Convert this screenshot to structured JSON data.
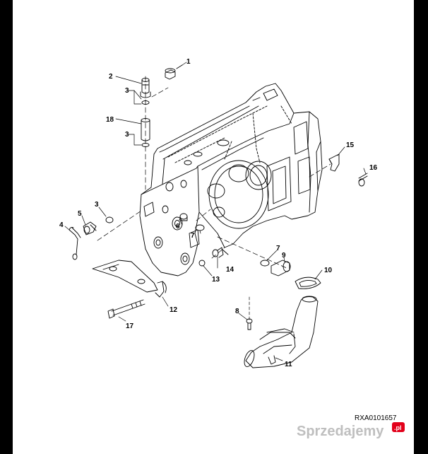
{
  "diagram": {
    "callouts": [
      {
        "id": "c1",
        "label": "1"
      },
      {
        "id": "c2",
        "label": "2"
      },
      {
        "id": "c3a",
        "label": "3"
      },
      {
        "id": "c18",
        "label": "18"
      },
      {
        "id": "c3b",
        "label": "3"
      },
      {
        "id": "c15",
        "label": "15"
      },
      {
        "id": "c16",
        "label": "16"
      },
      {
        "id": "c3c",
        "label": "3"
      },
      {
        "id": "c4",
        "label": "4"
      },
      {
        "id": "c5",
        "label": "5"
      },
      {
        "id": "c6",
        "label": "6"
      },
      {
        "id": "c7a",
        "label": "7"
      },
      {
        "id": "c7b",
        "label": "7"
      },
      {
        "id": "c9",
        "label": "9"
      },
      {
        "id": "c10",
        "label": "10"
      },
      {
        "id": "c14",
        "label": "14"
      },
      {
        "id": "c13",
        "label": "13"
      },
      {
        "id": "c12",
        "label": "12"
      },
      {
        "id": "c8",
        "label": "8"
      },
      {
        "id": "c17",
        "label": "17"
      },
      {
        "id": "c11",
        "label": "11"
      }
    ],
    "reference_code": "RXA0101657",
    "watermark": {
      "text": "Sprzedajemy",
      "badge": ".pl",
      "badge_color": "#e2001a"
    }
  }
}
